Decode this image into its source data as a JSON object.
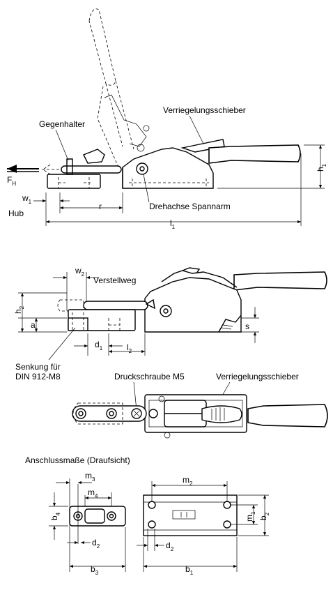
{
  "view1": {
    "labels": {
      "gegenhalter": "Gegenhalter",
      "verriegelungsschieber": "Verriegelungsschieber",
      "drehachse": "Drehachse Spannarm",
      "hub": "Hub"
    },
    "dims": {
      "f": "F",
      "f_sub": "H",
      "w": "w",
      "w_sub": "1",
      "r": "r",
      "l": "l",
      "l_sub": "1",
      "h": "h",
      "h_sub": "1"
    }
  },
  "view2": {
    "labels": {
      "verstellweg": "Verstellweg",
      "senkung_line1": "Senkung für",
      "senkung_line2": "DIN 912-M8"
    },
    "dims": {
      "w": "w",
      "w_sub": "2",
      "h": "h",
      "h_sub": "2",
      "a": "a",
      "d": "d",
      "d_sub": "1",
      "l": "l",
      "l_sub": "2",
      "s": "s"
    }
  },
  "view3": {
    "labels": {
      "druckschraube": "Druckschraube M5",
      "verriegelungsschieber": "Verriegelungsschieber"
    }
  },
  "view4": {
    "title": "Anschlussmaße (Draufsicht)",
    "dims": {
      "m3": "m",
      "m3_sub": "3",
      "m4": "m",
      "m4_sub": "4",
      "b4": "b",
      "b4_sub": "4",
      "d2a": "d",
      "d2a_sub": "2",
      "b3": "b",
      "b3_sub": "3",
      "m2": "m",
      "m2_sub": "2",
      "m1": "m",
      "m1_sub": "1",
      "b2": "b",
      "b2_sub": "2",
      "d2b": "d",
      "d2b_sub": "2",
      "b1": "b",
      "b1_sub": "1"
    }
  }
}
